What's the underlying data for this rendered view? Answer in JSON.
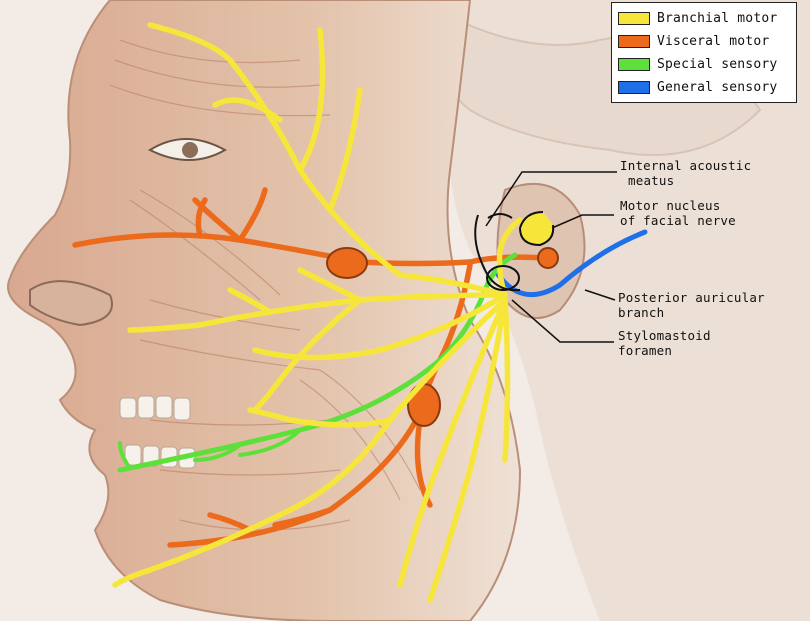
{
  "legend": {
    "items": [
      {
        "label": "Branchial motor",
        "color": "#f7e63a"
      },
      {
        "label": "Visceral motor",
        "color": "#ec6a1c"
      },
      {
        "label": "Special sensory",
        "color": "#5ee03a"
      },
      {
        "label": "General sensory",
        "color": "#1f6fe8"
      }
    ]
  },
  "callouts": {
    "internal_acoustic": {
      "line1": "Internal acoustic",
      "line2": "meatus"
    },
    "motor_nucleus": {
      "line1": "Motor nucleus",
      "line2": "of facial nerve"
    },
    "posterior_auricular": {
      "line1": "Posterior auricular",
      "line2": "branch"
    },
    "stylomastoid": {
      "line1": "Stylomastoid",
      "line2": "foramen"
    }
  },
  "colors": {
    "branchial_motor": "#f7e63a",
    "visceral_motor": "#ec6a1c",
    "special_sensory": "#5ee03a",
    "general_sensory": "#1f6fe8",
    "skin": "#e6c8ad",
    "muscle": "#c98a6c",
    "background": "#f4ece6"
  }
}
